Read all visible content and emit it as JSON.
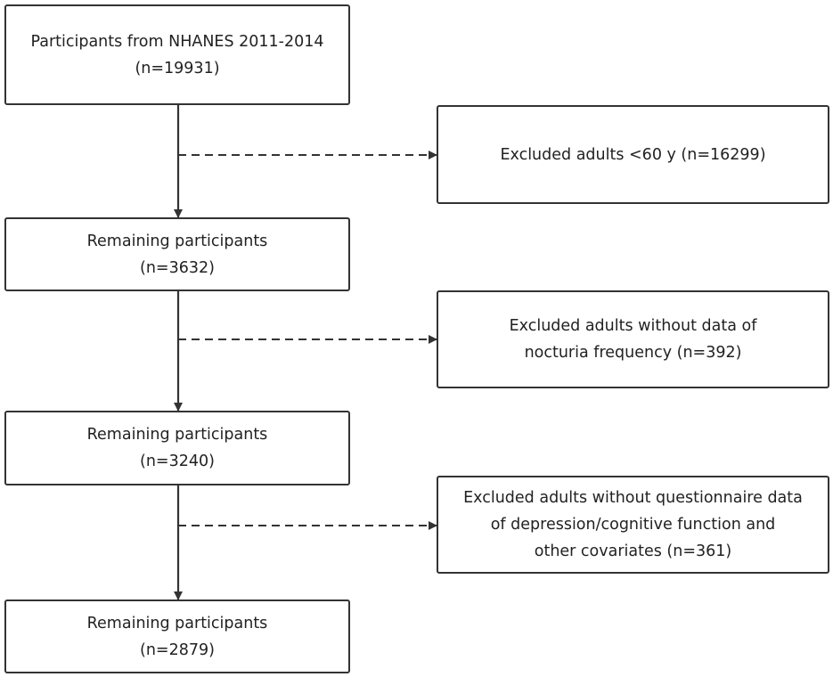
{
  "steps": [
    {
      "line1": "Participants from NHANES 2011-2014",
      "line2": "(n=19931)"
    },
    {
      "line1": "Remaining participants",
      "line2": "(n=3632)"
    },
    {
      "line1": "Remaining participants",
      "line2": "(n=3240)"
    },
    {
      "line1": "Remaining participants",
      "line2": "(n=2879)"
    }
  ],
  "exclusions": [
    {
      "lines": [
        "Excluded adults <60 y (n=16299)"
      ]
    },
    {
      "lines": [
        "Excluded adults without data of",
        "nocturia frequency (n=392)"
      ]
    },
    {
      "lines": [
        "Excluded adults without questionnaire data",
        "of depression/cognitive function and",
        "other covariates (n=361)"
      ]
    }
  ],
  "colors": {
    "line": "#333333",
    "box_border": "#333333",
    "background": "#ffffff"
  }
}
